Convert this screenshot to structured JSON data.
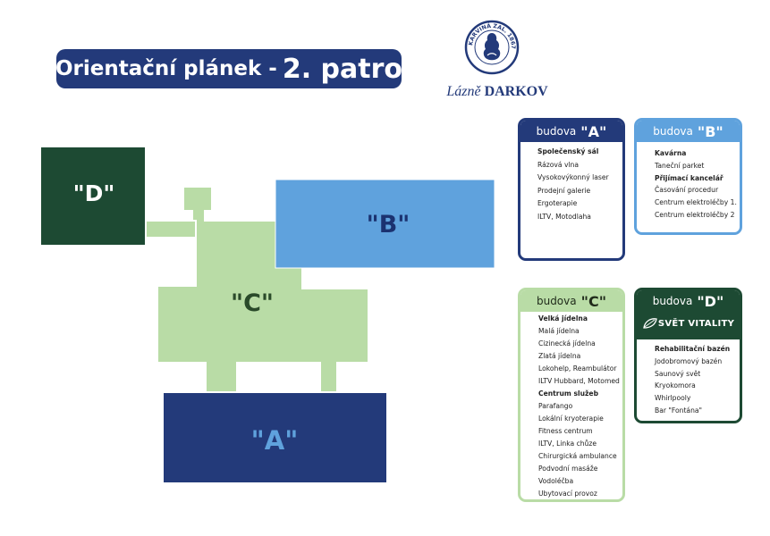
{
  "title": {
    "prefix": "Orientační plánek -",
    "floor": "2. patro"
  },
  "logo": {
    "ring_text": "KARVINÁ ZAL. 1867",
    "name_italic": "Lázně",
    "name_bold": "DARKOV"
  },
  "map": {
    "buildings": [
      {
        "id": "A",
        "label": "\"A\"",
        "color": "#233a7a"
      },
      {
        "id": "B",
        "label": "\"B\"",
        "color": "#5fa2dd"
      },
      {
        "id": "C",
        "label": "\"C\"",
        "color": "#b9dca6"
      },
      {
        "id": "D",
        "label": "\"D\"",
        "color": "#1d4a33"
      }
    ]
  },
  "legend": {
    "a": {
      "prefix": "budova",
      "letter": "\"A\"",
      "items": [
        {
          "text": "Společenský sál",
          "bold": true
        },
        {
          "text": "Rázová vlna",
          "bold": false
        },
        {
          "text": "Vysokovýkonný laser",
          "bold": false
        },
        {
          "text": "Prodejní galerie",
          "bold": false
        },
        {
          "text": "Ergoterapie",
          "bold": false
        },
        {
          "text": "ILTV, Motodlaha",
          "bold": false
        }
      ]
    },
    "b": {
      "prefix": "budova",
      "letter": "\"B\"",
      "items": [
        {
          "text": "Kavárna",
          "bold": true
        },
        {
          "text": "Taneční parket",
          "bold": false
        },
        {
          "text": "Přijímací kancelář",
          "bold": true
        },
        {
          "text": "Časování procedur",
          "bold": false
        },
        {
          "text": "Centrum elektroléčby 1.",
          "bold": false
        },
        {
          "text": "Centrum elektroléčby 2",
          "bold": false
        }
      ]
    },
    "c": {
      "prefix": "budova",
      "letter": "\"C\"",
      "items": [
        {
          "text": "Velká jídelna",
          "bold": true
        },
        {
          "text": "Malá jídelna",
          "bold": false
        },
        {
          "text": "Cizinecká jídelna",
          "bold": false
        },
        {
          "text": "Zlatá jídelna",
          "bold": false
        },
        {
          "text": "Lokohelp, Reambulátor",
          "bold": false
        },
        {
          "text": "ILTV Hubbard, Motomed",
          "bold": false
        },
        {
          "text": "Centrum služeb",
          "bold": true
        },
        {
          "text": "Parafango",
          "bold": false
        },
        {
          "text": "Lokální kryoterapie",
          "bold": false
        },
        {
          "text": "Fitness centrum",
          "bold": false
        },
        {
          "text": "ILTV, Linka chůze",
          "bold": false
        },
        {
          "text": "Chirurgická ambulance",
          "bold": false
        },
        {
          "text": "Podvodní masáže",
          "bold": false
        },
        {
          "text": "Vodoléčba",
          "bold": false
        },
        {
          "text": "Ubytovací provoz",
          "bold": false
        }
      ]
    },
    "d": {
      "prefix": "budova",
      "letter": "\"D\"",
      "subtitle": "SVĚT VITALITY",
      "items": [
        {
          "text": "Rehabilitační bazén",
          "bold": true
        },
        {
          "text": "Jodobromový bazén",
          "bold": false
        },
        {
          "text": "Saunový svět",
          "bold": false
        },
        {
          "text": "Kryokomora",
          "bold": false
        },
        {
          "text": "Whirlpooly",
          "bold": false
        },
        {
          "text": "Bar \"Fontána\"",
          "bold": false
        }
      ]
    }
  }
}
